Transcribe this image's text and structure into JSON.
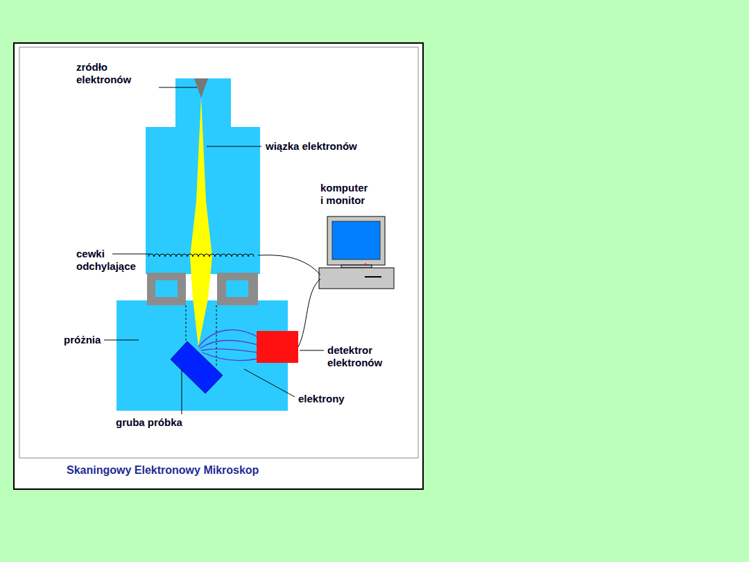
{
  "diagram": {
    "caption": "Skaningowy Elektronowy Mikroskop",
    "labels": [
      "zródło elektronów",
      "wiązka elektronów",
      "komputer i monitor",
      "cewki odchylające",
      "próżnia",
      "detektror elektronów",
      "elektrony",
      "gruba próbka"
    ]
  }
}
